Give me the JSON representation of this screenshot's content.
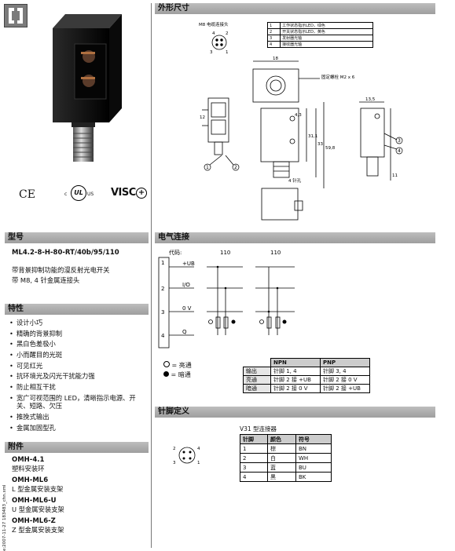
{
  "sections": {
    "dimensions": "外形尺寸",
    "model": "型号",
    "features": "特性",
    "accessories": "附件",
    "electrical": "电气连接",
    "pinout": "针脚定义"
  },
  "model": {
    "code": "ML4.2-8-H-80-RT/40b/95/110",
    "desc1": "带背景抑制功能的漫反射光电开关",
    "desc2": "带 M8, 4 针金属连接头"
  },
  "certs": {
    "ce": "CE",
    "ul": "UL",
    "ul_c": "c",
    "ul_us": "US",
    "visc": "VISC"
  },
  "features": [
    "设计小巧",
    "精确的背景抑制",
    "黑白色差极小",
    "小而醒目的光斑",
    "可见红光",
    "抗环境光及闪光干扰能力强",
    "防止相互干扰",
    "宽广可视范围的 LED，清晰指示电源、开关、短路、欠压",
    "推挽式输出",
    "金属加固型孔"
  ],
  "accessories": [
    {
      "code": "OMH-4.1",
      "desc": "塑料安装环"
    },
    {
      "code": "OMH-ML6",
      "desc": "L 型金属安装支架"
    },
    {
      "code": "OMH-ML6-U",
      "desc": "U 型金属安装支架"
    },
    {
      "code": "OMH-ML6-Z",
      "desc": "Z 型金属安装支架"
    }
  ],
  "side_text": "e:2007-11-27  183483_chn.xml",
  "dimensions": {
    "m8_label": "M8 电缆连接头",
    "legend": [
      {
        "n": "1",
        "t": "工作状态指示LED，绿色"
      },
      {
        "n": "2",
        "t": "开关状态指示LED，黄色"
      },
      {
        "n": "3",
        "t": "发射器光轴"
      },
      {
        "n": "4",
        "t": "接收器光轴"
      }
    ],
    "mount_label": "固定螺栓 M2 x 6",
    "dims": {
      "d18": "18",
      "d12": "12",
      "d13_5": "13,5",
      "d31_1": "31,1",
      "d33": "33",
      "d59_8": "59,8",
      "d4_3": "4,3",
      "d11": "11"
    },
    "hole_label": "4 针孔",
    "pins": {
      "p1": "1",
      "p2": "2",
      "p3": "3",
      "p4": "4"
    }
  },
  "electrical": {
    "code_label": "代码:",
    "v1": "110",
    "v2": "110",
    "pins": [
      {
        "n": "1",
        "l": "+UB"
      },
      {
        "n": "2",
        "l": "I/O"
      },
      {
        "n": "3",
        "l": "0 V"
      },
      {
        "n": "4",
        "l": "Q"
      }
    ],
    "legend_on": "= 亮通",
    "legend_off": "= 暗通",
    "table_head": [
      "",
      "NPN",
      "PNP"
    ],
    "table_rows": [
      [
        "输出",
        "针脚 1, 4",
        "针脚 3, 4"
      ],
      [
        "亮通",
        "针脚 2 接 +UB",
        "针脚 2 接 0 V"
      ],
      [
        "暗通",
        "针脚 2 接 0 V",
        "针脚 2 接 +UB"
      ]
    ]
  },
  "pinout": {
    "title": "V31 型连接器",
    "head": [
      "针脚",
      "颜色",
      "符号"
    ],
    "rows": [
      [
        "1",
        "棕",
        "BN"
      ],
      [
        "2",
        "白",
        "WH"
      ],
      [
        "3",
        "蓝",
        "BU"
      ],
      [
        "4",
        "黑",
        "BK"
      ]
    ],
    "diag": {
      "a": "2",
      "b": "4",
      "c": "1",
      "d": "3"
    }
  },
  "colors": {
    "header_gray": "#a9a9a9",
    "table_head": "#cccccc"
  }
}
